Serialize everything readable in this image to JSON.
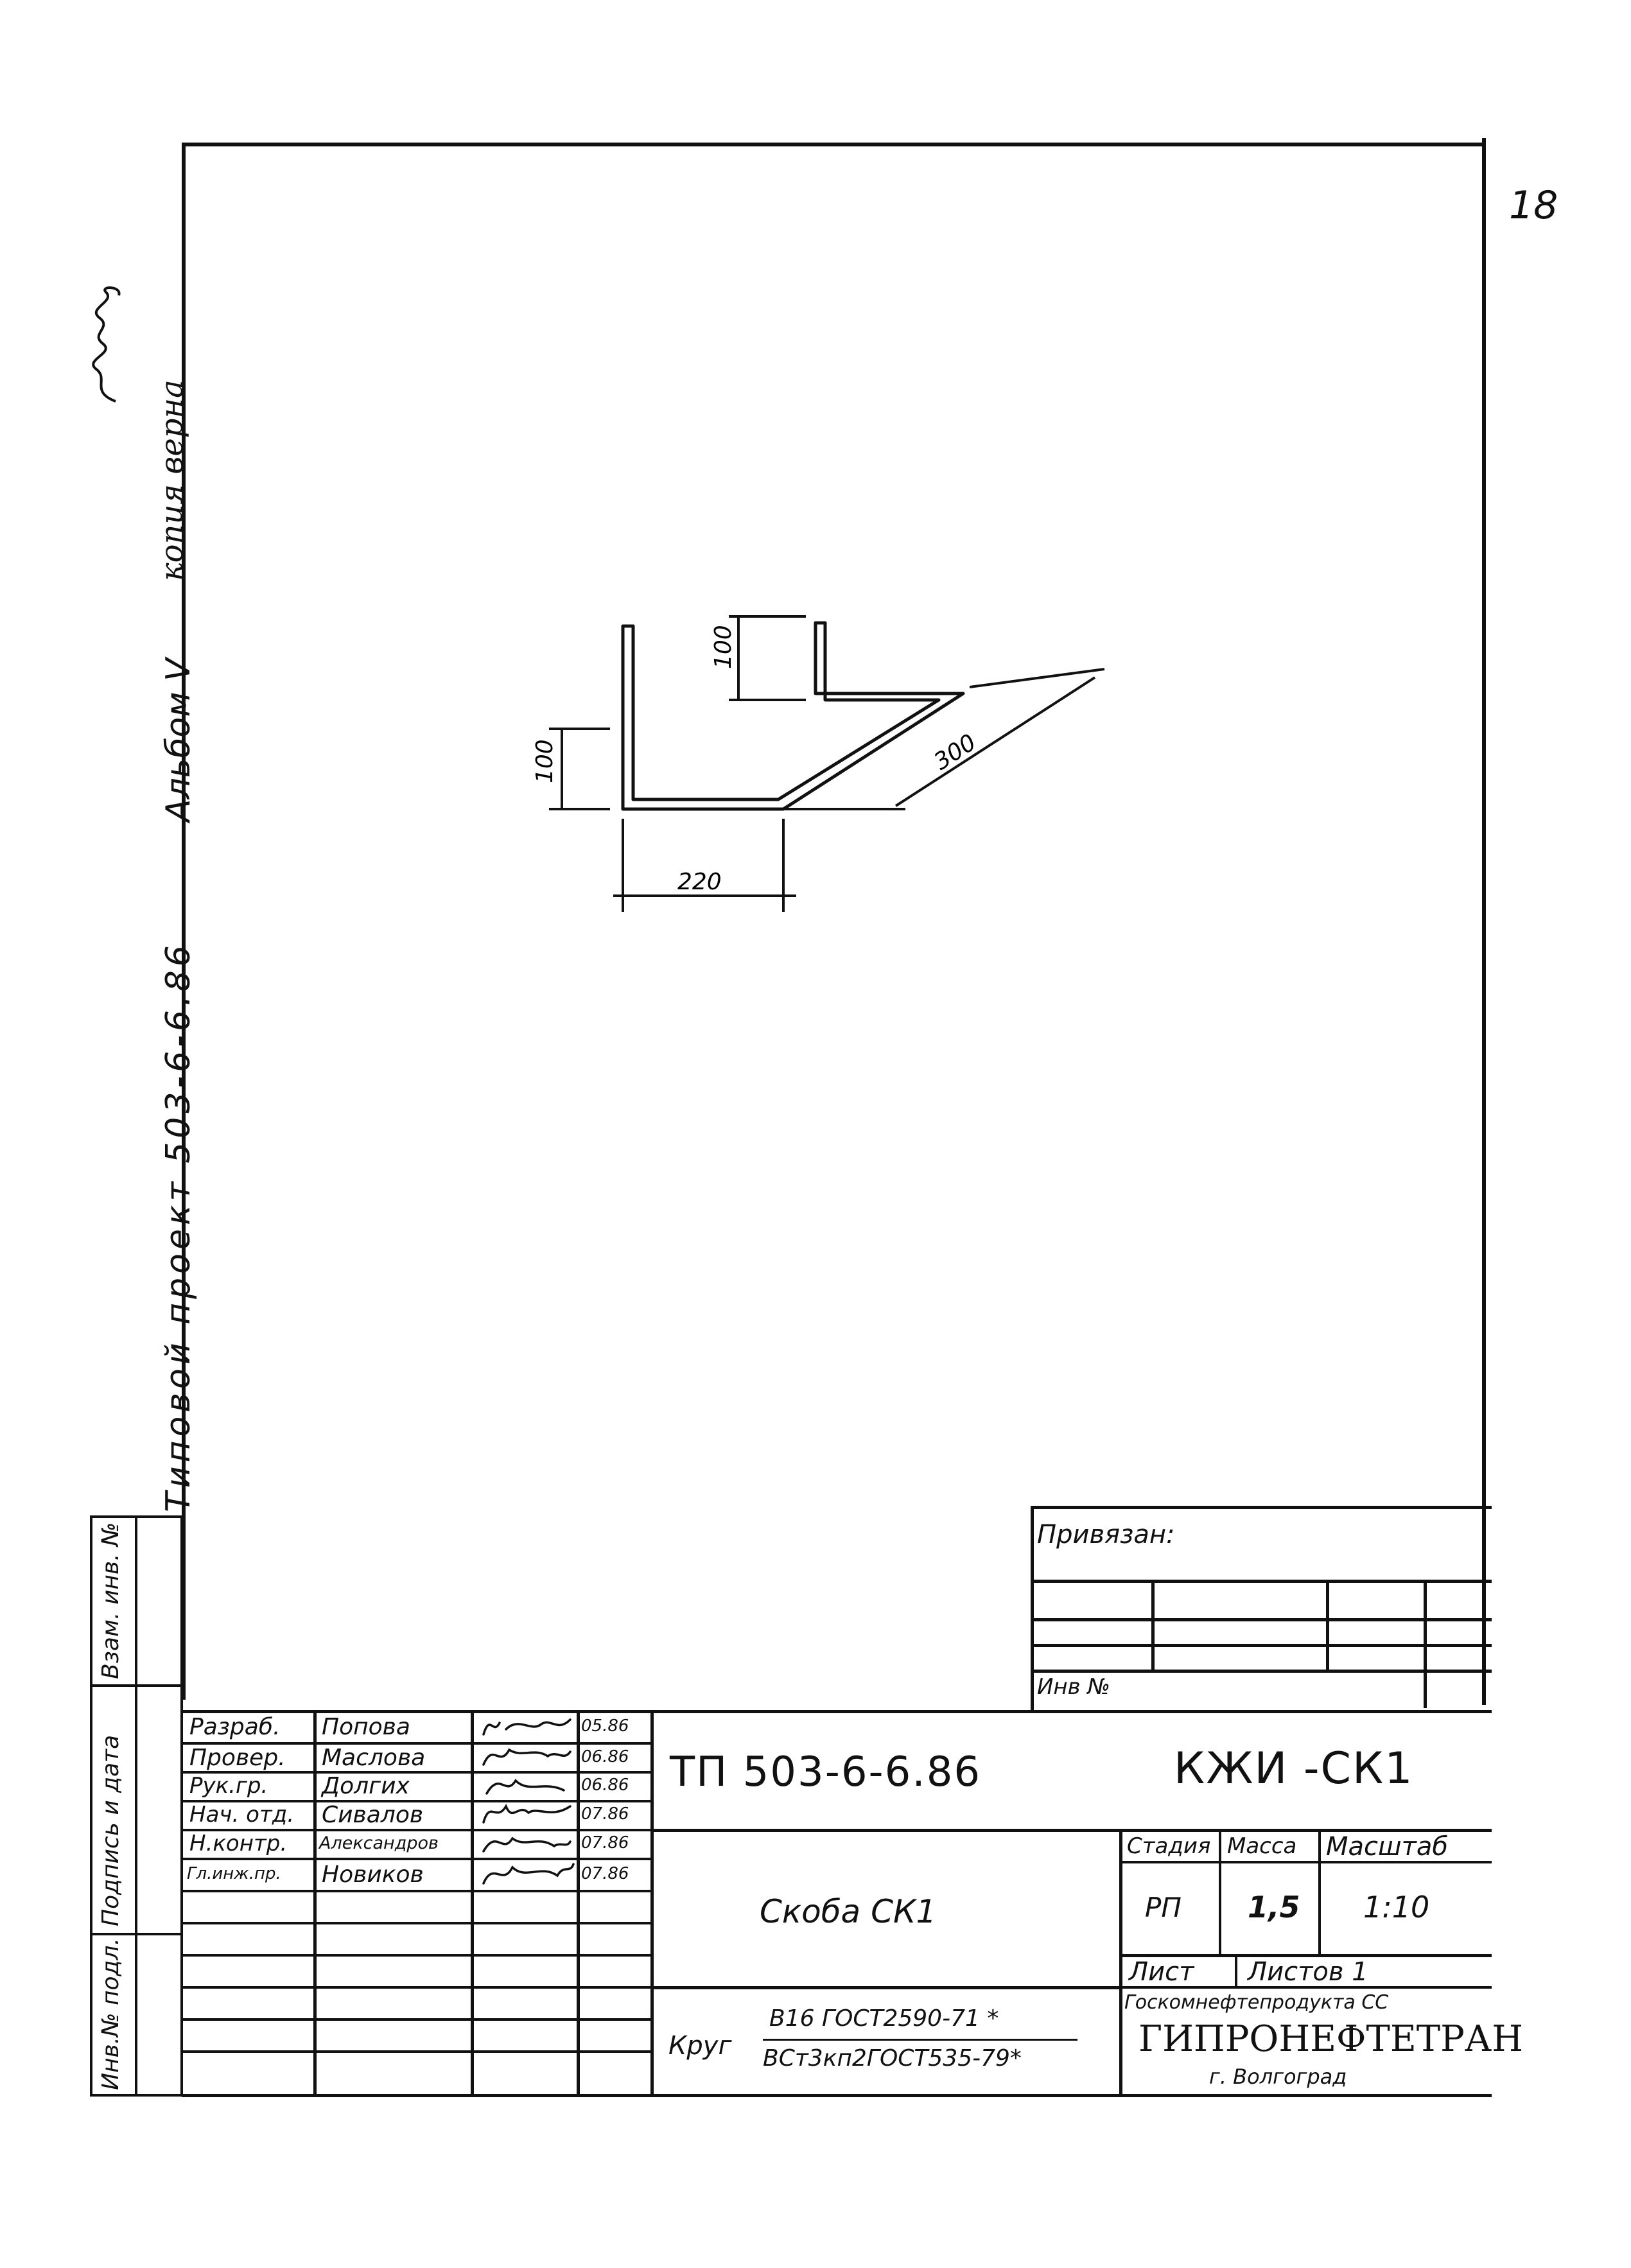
{
  "page_number": "18",
  "certification": {
    "text": "копия верна"
  },
  "margin": {
    "album": "Альбом V",
    "project": "Типовой проект 503-6-6.86"
  },
  "left_strip": {
    "inv_no_podl": "Инв.№ подл.",
    "podpis_data": "Подпись и дата",
    "vzam_inv": "Взам. инв. №"
  },
  "drawing": {
    "dims": {
      "top_leg": "100",
      "bottom_leg": "100",
      "diagonal": "300",
      "base": "220"
    }
  },
  "privyazan": {
    "label": "Привязан:",
    "inv_label": "Инв №"
  },
  "title_block": {
    "roles": [
      {
        "role": "Разраб.",
        "name": "Попова",
        "date": "05.86"
      },
      {
        "role": "Провер.",
        "name": "Маслова",
        "date": "06.86"
      },
      {
        "role": "Рук.гр.",
        "name": "Долгих",
        "date": "06.86"
      },
      {
        "role": "Нач. отд.",
        "name": "Сивалов",
        "date": "07.86"
      },
      {
        "role": "Н.контр.",
        "name": "Александров",
        "date": "07.86"
      },
      {
        "role": "Гл.инж.пр.",
        "name": "Новиков",
        "date": "07.86"
      }
    ],
    "doc_code": "ТП 503-6-6.86",
    "doc_title": "КЖИ -СК1",
    "part_name": "Скоба СК1",
    "headers": {
      "stage": "Стадия",
      "mass": "Масса",
      "scale": "Масштаб"
    },
    "stage": "РП",
    "mass": "1,5",
    "scale": "1:10",
    "sheet_label": "Лист",
    "sheets_label": "Листов 1",
    "material_label": "Круг",
    "material_top": "В16 ГОСТ2590-71 *",
    "material_bottom": "ВСт3кп2ГОСТ535-79*",
    "org_top": "Госкомнефтепродукта СС",
    "org_name": "ГИПРОНЕФТЕТРАН",
    "org_city": "г. Волгоград"
  },
  "colors": {
    "ink": "#111111",
    "paper": "#ffffff"
  }
}
